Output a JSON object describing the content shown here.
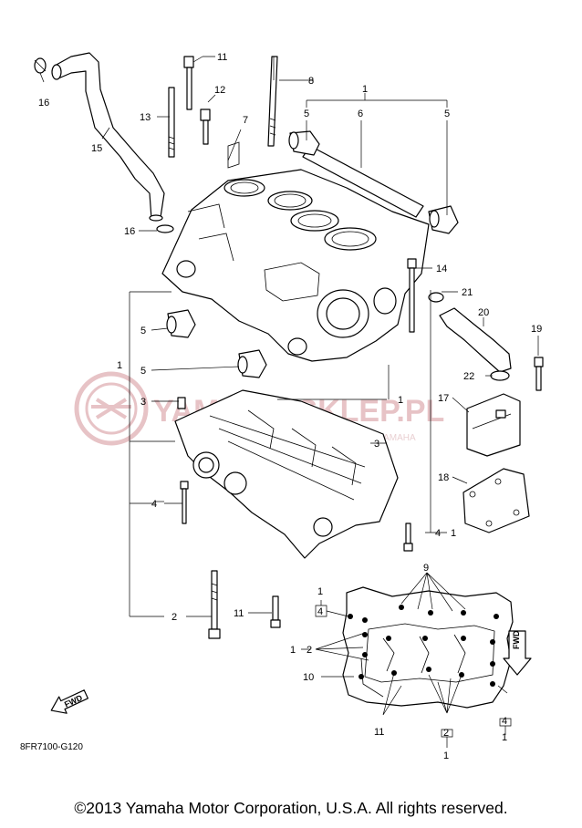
{
  "diagram_code": "8FR7100-G120",
  "copyright": "©2013 Yamaha Motor Corporation, U.S.A. All rights reserved.",
  "watermark": {
    "text": "YAMAHA-SKLEP.PL",
    "subtext": "AUTORYZOWANY DEALER | DEALER YAMAHA",
    "color": "#e3b9bd"
  },
  "fwd_label": "FWD",
  "callouts": {
    "c1_top": "1",
    "c5_topleft": "5",
    "c6": "6",
    "c5_topright": "5",
    "c8": "8",
    "c11_top": "11",
    "c12": "12",
    "c13": "13",
    "c7": "7",
    "c16_top": "16",
    "c15": "15",
    "c16_mid": "16",
    "c14": "14",
    "c21": "21",
    "c20": "20",
    "c19": "19",
    "c22": "22",
    "c17": "17",
    "c18": "18",
    "c1_left": "1",
    "c5_a": "5",
    "c5_b": "5",
    "c3_a": "3",
    "c3_b": "3",
    "c1_mid": "1",
    "c4_left": "4",
    "c4_right": "4",
    "c1_right": "1",
    "c2_left": "2",
    "c11_bot": "11",
    "c9": "9",
    "c1_plan_tl": "1",
    "c4_plan_tl": "4",
    "c1_plan_l": "1",
    "c2_plan_l": "2",
    "c10": "10",
    "c11_plan": "11",
    "c2_plan_b": "2",
    "c1_plan_b": "1",
    "c4_plan_br": "4",
    "c1_plan_br": "1"
  }
}
